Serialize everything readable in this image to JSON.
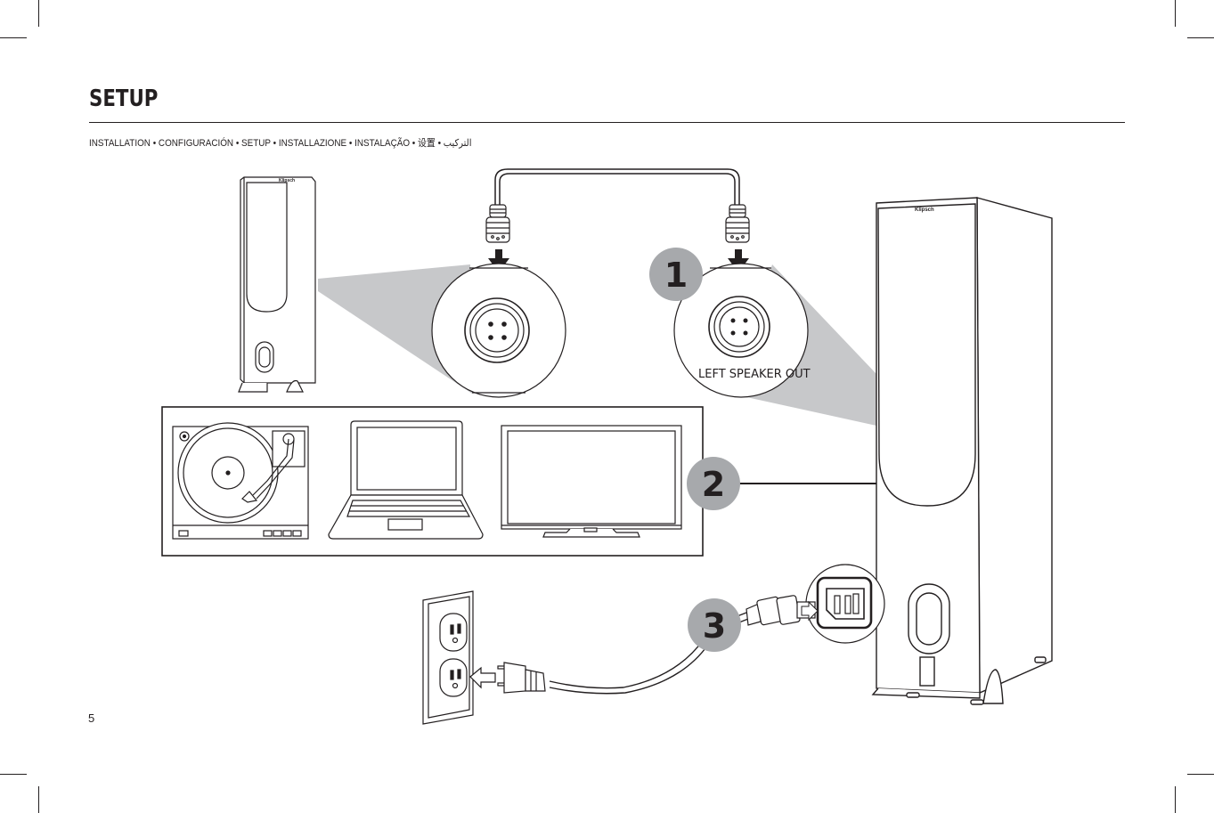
{
  "page": {
    "title": "SETUP",
    "subtitle": "INSTALLATION  • CONFIGURACIÓN  • SETUP  • INSTALLAZIONE  •  INSTALAÇÃO  • 设置 •  التركيب",
    "page_number": "5"
  },
  "illustration": {
    "port_label": "LEFT SPEAKER OUT",
    "brand_logo_text": "Klipsch",
    "steps": [
      "1",
      "2",
      "3"
    ]
  },
  "colors": {
    "ink": "#231f20",
    "callout_fill": "#a7a9ac",
    "beam_fill": "#c7c8ca"
  }
}
